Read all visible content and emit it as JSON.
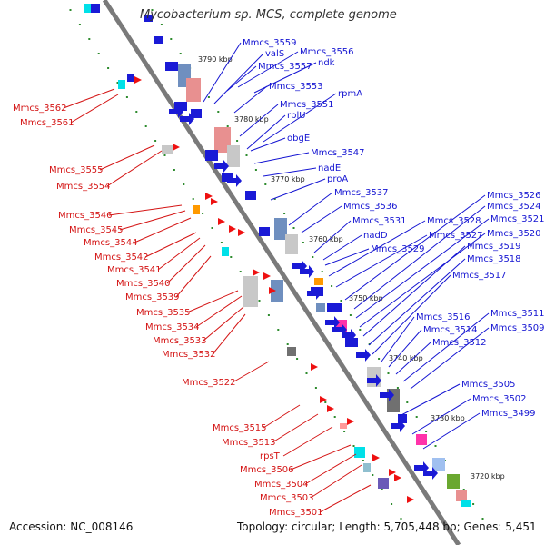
{
  "title": "Mycobacterium sp. MCS, complete genome",
  "accession": "Accession: NC_008146",
  "topology": "Topology: circular; Length: 5,705,448 bp; Genes: 5,451",
  "colors": {
    "blue_label": "#1515d2",
    "red_label": "#d41414",
    "backbone": "#7a7a7a",
    "dot": "#2e8b2e"
  },
  "ticks": [
    "3790 kbp",
    "3780 kbp",
    "3770 kbp",
    "3760 kbp",
    "3750 kbp",
    "3740 kbp",
    "3730 kbp",
    "3720 kbp"
  ],
  "blue_labels": [
    "Mmcs_3559",
    "valS",
    "Mmcs_3556",
    "Mmcs_3557",
    "ndk",
    "Mmcs_3553",
    "Mmcs_3551",
    "rpmA",
    "rplU",
    "obgE",
    "Mmcs_3547",
    "nadE",
    "proA",
    "Mmcs_3537",
    "Mmcs_3536",
    "Mmcs_3531",
    "nadD",
    "Mmcs_3529",
    "Mmcs_3528",
    "Mmcs_3527",
    "Mmcs_3526",
    "Mmcs_3524",
    "Mmcs_3521",
    "Mmcs_3520",
    "Mmcs_3519",
    "Mmcs_3518",
    "Mmcs_3517",
    "Mmcs_3516",
    "Mmcs_3514",
    "Mmcs_3512",
    "Mmcs_3511",
    "Mmcs_3509",
    "Mmcs_3505",
    "Mmcs_3502",
    "Mmcs_3499"
  ],
  "red_labels": [
    "Mmcs_3562",
    "Mmcs_3561",
    "Mmcs_3555",
    "Mmcs_3554",
    "Mmcs_3546",
    "Mmcs_3545",
    "Mmcs_3544",
    "Mmcs_3542",
    "Mmcs_3541",
    "Mmcs_3540",
    "Mmcs_3539",
    "Mmcs_3535",
    "Mmcs_3534",
    "Mmcs_3533",
    "Mmcs_3532",
    "Mmcs_3522",
    "Mmcs_3515",
    "Mmcs_3513",
    "rpsT",
    "Mmcs_3506",
    "Mmcs_3504",
    "Mmcs_3503",
    "Mmcs_3501"
  ]
}
